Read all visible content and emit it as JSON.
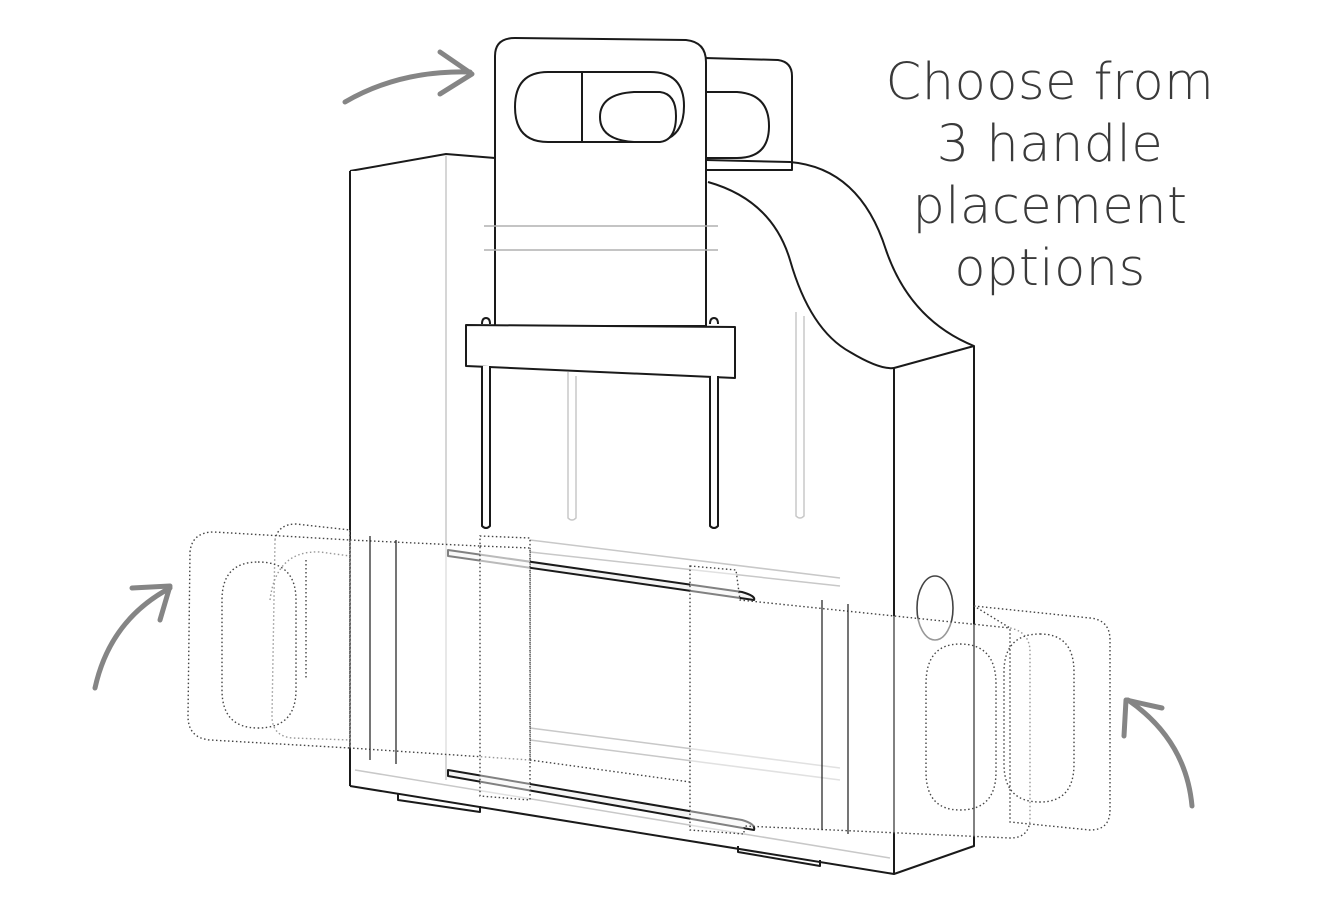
{
  "caption": {
    "line1": "Choose from",
    "line2": "3 handle",
    "line3": "placement",
    "line4": "options"
  },
  "colors": {
    "outline": "#1a1a1a",
    "faint": "#c8c8c8",
    "arrow": "#858585",
    "text": "#3a3a3a"
  },
  "icons": [
    "top-handle-arrow",
    "left-handle-arrow",
    "right-handle-arrow"
  ]
}
